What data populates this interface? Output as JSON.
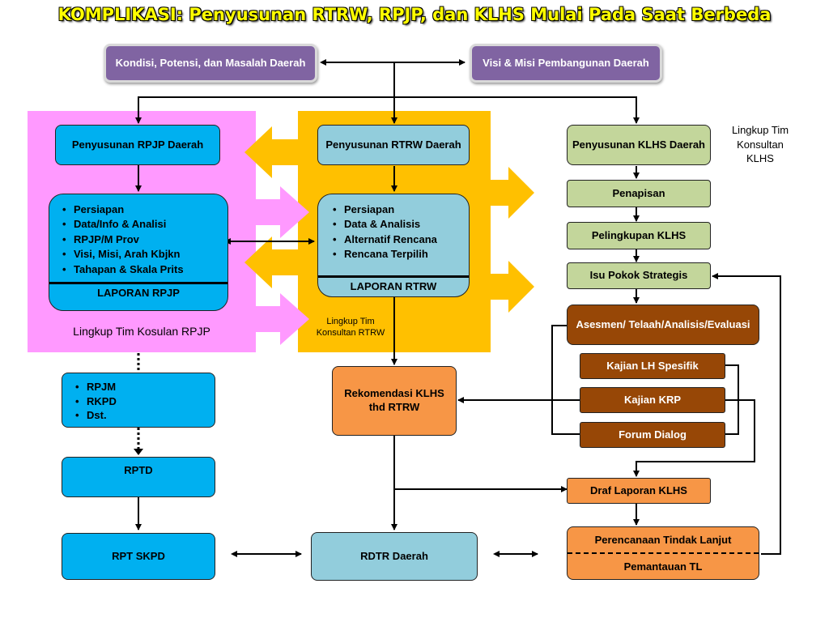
{
  "title": "KOMPLIKASI: Penyusunan RTRW, RPJP, dan KLHS Mulai Pada Saat Berbeda",
  "top": {
    "kondisi": "Kondisi, Potensi, dan Masalah Daerah",
    "visi": "Visi & Misi Pembangunan Daerah"
  },
  "rpjp": {
    "penyusunan": "Penyusunan RPJP Daerah",
    "items": [
      "Persiapan",
      "Data/Info & Analisi",
      "RPJP/M Prov",
      "Visi, Misi, Arah  Kbjkn",
      "Tahapan & Skala Prits"
    ],
    "laporan": "LAPORAN RPJP",
    "scope": "Lingkup Tim Kosulan RPJP",
    "derived": [
      "RPJM",
      "RKPD",
      "Dst."
    ],
    "rptd": "RPTD",
    "rpt_skpd": "RPT SKPD"
  },
  "rtrw": {
    "penyusunan": "Penyusunan RTRW Daerah",
    "items": [
      "Persiapan",
      "Data & Analisis",
      "Alternatif Rencana",
      "Rencana Terpilih"
    ],
    "laporan": "LAPORAN RTRW",
    "scope": "Lingkup Tim Konsultan RTRW",
    "rekomendasi": "Rekomendasi KLHS thd RTRW",
    "rdtr": "RDTR Daerah"
  },
  "klhs": {
    "scope": "Lingkup Tim Konsultan KLHS",
    "penyusunan": "Penyusunan KLHS Daerah",
    "penapisan": "Penapisan",
    "pelingkupan": "Pelingkupan KLHS",
    "isu": "Isu Pokok Strategis",
    "asesmen": "Asesmen/ Telaah/Analisis/Evaluasi",
    "kajian_lh": "Kajian LH Spesifik",
    "kajian_krp": "Kajian KRP",
    "forum": "Forum Dialog",
    "draf": "Draf Laporan KLHS",
    "perencanaan": "Perencanaan Tindak Lanjut",
    "pemantauan": "Pemantauan TL"
  },
  "colors": {
    "pink_zone": "#ff99ff",
    "yellow_zone": "#ffc000",
    "purple": "#8064a2",
    "cyan": "#00b0f0",
    "light_blue": "#92cddc",
    "green": "#c3d69b",
    "brown": "#974706",
    "orange": "#f79646"
  }
}
